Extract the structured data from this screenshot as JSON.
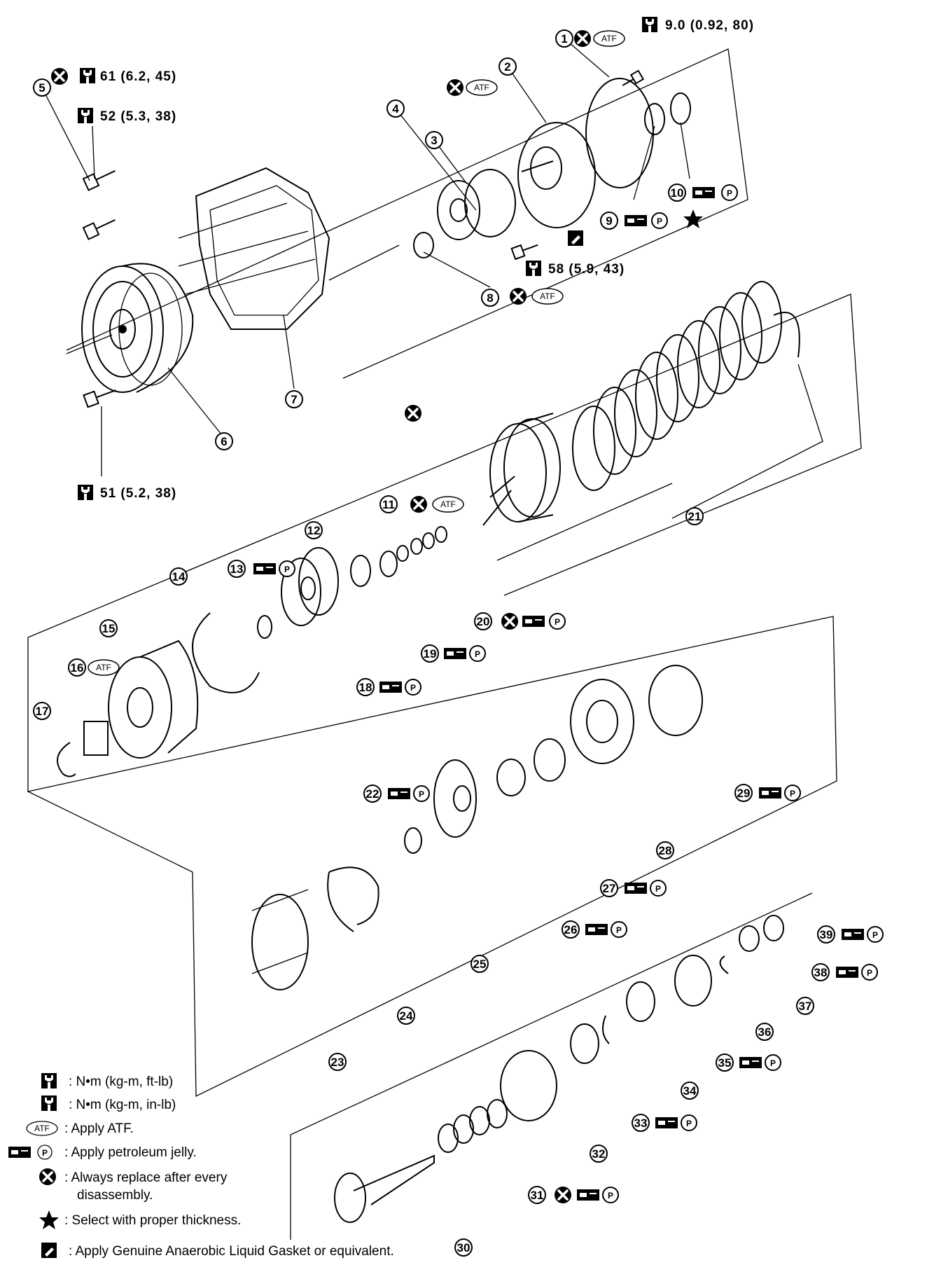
{
  "callouts": {
    "c1": "1",
    "c2": "2",
    "c3": "3",
    "c4": "4",
    "c5": "5",
    "c6": "6",
    "c7": "7",
    "c8": "8",
    "c9": "9",
    "c10": "10",
    "c11": "11",
    "c12": "12",
    "c13": "13",
    "c14": "14",
    "c15": "15",
    "c16": "16",
    "c17": "17",
    "c18": "18",
    "c19": "19",
    "c20": "20",
    "c21": "21",
    "c22": "22",
    "c23": "23",
    "c24": "24",
    "c25": "25",
    "c26": "26",
    "c27": "27",
    "c28": "28",
    "c29": "29",
    "c30": "30",
    "c31": "31",
    "c32": "32",
    "c33": "33",
    "c34": "34",
    "c35": "35",
    "c36": "36",
    "c37": "37",
    "c38": "38",
    "c39": "39"
  },
  "torque_specs": {
    "t1": "9.0  (0.92,  80)",
    "t5": "61  (6.2,  45)",
    "t52": "52  (5.3,  38)",
    "t58": "58  (5.9,  43)",
    "t51": "51  (5.2,  38)"
  },
  "badges": {
    "atf": "ATF",
    "p": "P"
  },
  "legend": {
    "torque_ftlb": ": N•m  (kg-m,  ft-lb)",
    "torque_inlb": ": N•m  (kg-m,  in-lb)",
    "apply_atf": ": Apply ATF.",
    "petroleum": ": Apply petroleum jelly.",
    "replace_1": ": Always replace after every",
    "replace_2": "disassembly.",
    "thickness": ": Select with proper thickness.",
    "gasket": ": Apply Genuine Anaerobic Liquid Gasket or equivalent."
  },
  "icons": [
    "torque-wrench-icon",
    "torque-wrench-inlb-icon",
    "replace-x-icon",
    "atf-oval-icon",
    "petroleum-jelly-icon",
    "star-icon",
    "gasket-icon"
  ]
}
